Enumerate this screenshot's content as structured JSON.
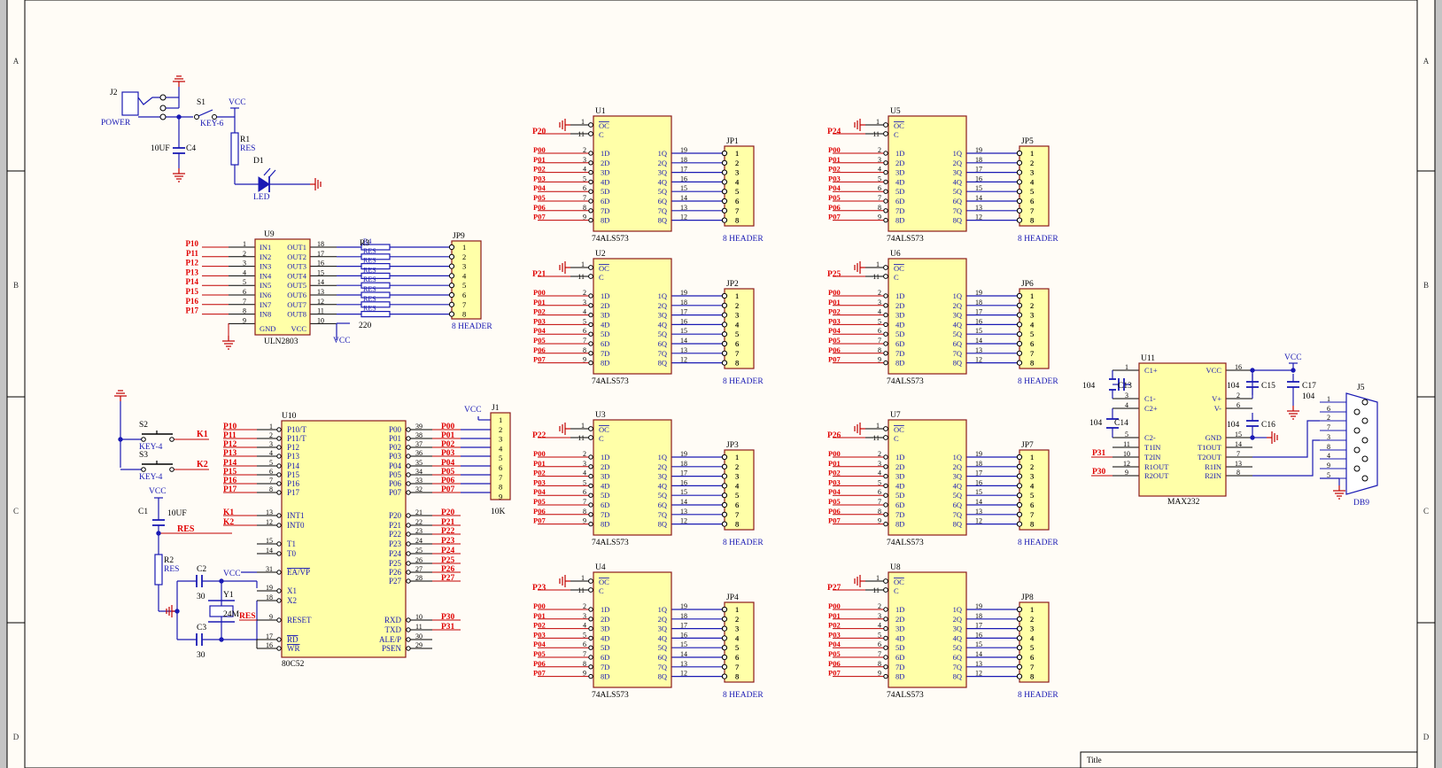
{
  "colors": {
    "background": "#c4c4c4",
    "sheet": "#fffcf6",
    "wire": "#1a1ab4",
    "net_label": "#e00000",
    "part_fill": "#ffffa8",
    "part_border": "#8b1a1a",
    "pin_label": "#1a1ab4"
  },
  "border": {
    "rows": [
      "A",
      "B",
      "C",
      "D"
    ]
  },
  "title_block": {
    "label": "Title"
  },
  "power": {
    "jack_ref": "J2",
    "jack_value": "POWER",
    "switch_ref": "S1",
    "switch_value": "KEY-6",
    "cap_ref": "C4",
    "cap_value": "10UF",
    "res_ref": "R1",
    "res_value": "RES",
    "led_ref": "D1",
    "led_value": "LED",
    "vcc": "VCC"
  },
  "uln": {
    "ref": "U9",
    "value": "ULN2803",
    "in_labels": [
      "IN1",
      "IN2",
      "IN3",
      "IN4",
      "IN5",
      "IN6",
      "IN7",
      "IN8"
    ],
    "out_labels": [
      "OUT1",
      "OUT2",
      "OUT3",
      "OUT4",
      "OUT5",
      "OUT6",
      "OUT7",
      "OUT8"
    ],
    "gnd_label": "GND",
    "vcc_label": "VCC",
    "left_pins": [
      "1",
      "2",
      "3",
      "4",
      "5",
      "6",
      "7",
      "8",
      "9"
    ],
    "right_pins": [
      "18",
      "17",
      "16",
      "15",
      "14",
      "13",
      "12",
      "11",
      "10"
    ],
    "nets": [
      "P10",
      "P11",
      "P12",
      "P13",
      "P14",
      "P15",
      "P16",
      "P17"
    ],
    "res_ref": "R3",
    "res_value": "220",
    "res_labels": [
      "R4",
      "RES",
      "RES",
      "RES",
      "RES",
      "RES",
      "RES",
      "RES"
    ],
    "vcc_net": "VCC"
  },
  "headers": {
    "jp9": {
      "ref": "JP9",
      "value": "8 HEADER"
    },
    "pins": [
      "1",
      "2",
      "3",
      "4",
      "5",
      "6",
      "7",
      "8"
    ]
  },
  "latch": {
    "value": "74ALS573",
    "oc": "OC",
    "c": "C",
    "d_labels": [
      "1D",
      "2D",
      "3D",
      "4D",
      "5D",
      "6D",
      "7D",
      "8D"
    ],
    "q_labels": [
      "1Q",
      "2Q",
      "3Q",
      "4Q",
      "5Q",
      "6Q",
      "7Q",
      "8Q"
    ],
    "in_pins": [
      "2",
      "3",
      "4",
      "5",
      "6",
      "7",
      "8",
      "9"
    ],
    "out_pins": [
      "19",
      "18",
      "17",
      "16",
      "15",
      "14",
      "13",
      "12"
    ],
    "oc_pin": "1",
    "c_pin": "11",
    "nets": [
      "P00",
      "P01",
      "P02",
      "P03",
      "P04",
      "P05",
      "P06",
      "P07"
    ],
    "header_value": "8 HEADER",
    "units": [
      {
        "ref": "U1",
        "header": "JP1",
        "enable": "P20"
      },
      {
        "ref": "U2",
        "header": "JP2",
        "enable": "P21"
      },
      {
        "ref": "U3",
        "header": "JP3",
        "enable": "P22"
      },
      {
        "ref": "U4",
        "header": "JP4",
        "enable": "P23"
      },
      {
        "ref": "U5",
        "header": "JP5",
        "enable": "P24"
      },
      {
        "ref": "U6",
        "header": "JP6",
        "enable": "P25"
      },
      {
        "ref": "U7",
        "header": "JP7",
        "enable": "P26"
      },
      {
        "ref": "U8",
        "header": "JP8",
        "enable": "P27"
      }
    ]
  },
  "mcu": {
    "ref": "U10",
    "value": "80C52",
    "left_labels": [
      "P10/T",
      "P11/T",
      "P12",
      "P13",
      "P14",
      "P15",
      "P16",
      "P17",
      "INT1",
      "INT0",
      "T1",
      "T0",
      "EA/VP",
      "X1",
      "X2",
      "RESET",
      "RD",
      "WR"
    ],
    "left_pins": [
      "1",
      "2",
      "3",
      "4",
      "5",
      "6",
      "7",
      "8",
      "13",
      "12",
      "15",
      "14",
      "31",
      "19",
      "18",
      "9",
      "17",
      "16"
    ],
    "left_nets": [
      "P10",
      "P11",
      "P12",
      "P13",
      "P14",
      "P15",
      "P16",
      "P17",
      "K1",
      "K2"
    ],
    "ea_net": "VCC",
    "reset_net": "RES",
    "right_labels": [
      "P00",
      "P01",
      "P02",
      "P03",
      "P04",
      "P05",
      "P06",
      "P07",
      "P20",
      "P21",
      "P22",
      "P23",
      "P24",
      "P25",
      "P26",
      "P27",
      "RXD",
      "TXD",
      "ALE/P",
      "PSEN"
    ],
    "right_pins": [
      "39",
      "38",
      "37",
      "36",
      "35",
      "34",
      "33",
      "32",
      "21",
      "22",
      "23",
      "24",
      "25",
      "26",
      "27",
      "28",
      "10",
      "11",
      "30",
      "29"
    ],
    "right_nets": [
      "P00",
      "P01",
      "P02",
      "P03",
      "P04",
      "P05",
      "P06",
      "P07",
      "P20",
      "P21",
      "P22",
      "P23",
      "P24",
      "P25",
      "P26",
      "P27",
      "P30",
      "P31"
    ],
    "pullup_ref": "J1",
    "pullup_value": "10K",
    "pullup_vcc": "VCC",
    "pullup_pins": [
      "1",
      "2",
      "3",
      "4",
      "5",
      "6",
      "7",
      "8",
      "9"
    ]
  },
  "keys": {
    "s2_ref": "S2",
    "s2_value": "KEY-4",
    "s2_net": "K1",
    "s3_ref": "S3",
    "s3_value": "KEY-4",
    "s3_net": "K2"
  },
  "reset_circuit": {
    "vcc": "VCC",
    "cap_ref": "C1",
    "cap_value": "10UF",
    "net": "RES",
    "res_ref": "R2",
    "res_value": "RES"
  },
  "crystal": {
    "c2_ref": "C2",
    "c2_value": "30",
    "c3_ref": "C3",
    "c3_value": "30",
    "xtal_ref": "Y1",
    "xtal_value": "24M"
  },
  "max232": {
    "ref": "U11",
    "value": "MAX232",
    "left_labels": [
      "C1+",
      "C1-",
      "C2+",
      "C2-",
      "T1IN",
      "T2IN",
      "R1OUT",
      "R2OUT"
    ],
    "left_pins": [
      "1",
      "3",
      "4",
      "5",
      "11",
      "10",
      "12",
      "9"
    ],
    "right_labels": [
      "VCC",
      "V+",
      "V-",
      "GND",
      "T1OUT",
      "T2OUT",
      "R1IN",
      "R2IN"
    ],
    "right_pins": [
      "16",
      "2",
      "6",
      "15",
      "14",
      "7",
      "13",
      "8"
    ],
    "nets": [
      "P31",
      "P30"
    ],
    "vcc": "VCC",
    "caps": [
      {
        "ref": "C13",
        "value": "104"
      },
      {
        "ref": "C14",
        "value": "104"
      },
      {
        "ref": "C15",
        "value": "104"
      },
      {
        "ref": "C16",
        "value": "104"
      },
      {
        "ref": "C17",
        "value": "104"
      }
    ],
    "db9_ref": "J5",
    "db9_value": "DB9",
    "db9_pins": [
      "1",
      "6",
      "2",
      "7",
      "3",
      "8",
      "4",
      "9",
      "5"
    ]
  }
}
